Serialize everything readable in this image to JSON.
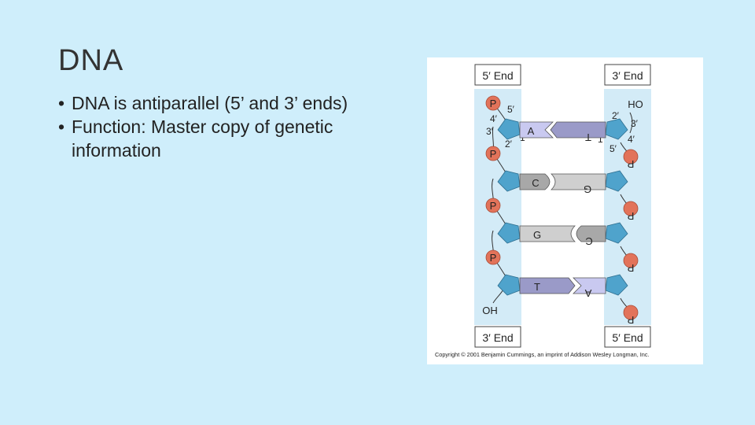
{
  "slide": {
    "title": "DNA",
    "bullets": [
      "DNA is antiparallel (5’ and 3’ ends)",
      "Function: Master copy of genetic information"
    ]
  },
  "figure": {
    "left_strand": {
      "top_label": "5′ End",
      "bottom_label": "3′ End",
      "phosphate_label": "P",
      "end_label": "OH",
      "carbon_labels": [
        "5′",
        "4′",
        "3′",
        "2′",
        "1′"
      ]
    },
    "right_strand": {
      "top_label": "3′ End",
      "bottom_label": "5′ End",
      "phosphate_label": "P",
      "end_label": "HO",
      "carbon_labels": [
        "2′",
        "3′",
        "1′",
        "4′",
        "5′"
      ]
    },
    "base_pairs": [
      {
        "left": "A",
        "right": "T"
      },
      {
        "left": "C",
        "right": "G"
      },
      {
        "left": "G",
        "right": "C"
      },
      {
        "left": "T",
        "right": "A"
      }
    ],
    "copyright": "Copyright © 2001 Benjamin Cummings, an imprint of Addison Wesley Longman, Inc.",
    "colors": {
      "strand_band": "#d3ebf7",
      "sugar": "#4fa3cc",
      "phosphate": "#e2735a",
      "purine_fill": "#c9c9f0",
      "pyrimidine_fill": "#9a9ac8",
      "c_fill": "#a8a8a8",
      "g_fill": "#cfcfcf"
    }
  }
}
